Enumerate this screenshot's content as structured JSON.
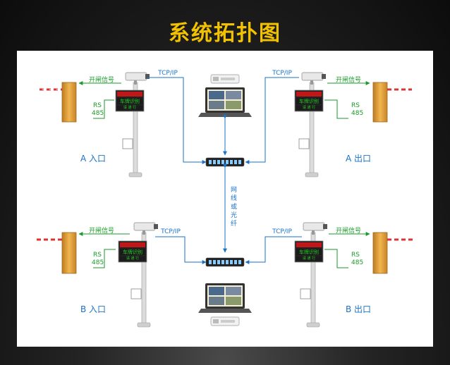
{
  "page": {
    "title": "系统拓扑图"
  },
  "labels": {
    "open_signal": "开闸信号",
    "rs": "RS",
    "rs_num": "485",
    "tcpip": "TCP/IP",
    "network": "网\n线\n或\n光\n纤"
  },
  "entries": {
    "a_in": "A 入口",
    "a_out": "A 出口",
    "b_in": "B 入口",
    "b_out": "B 出口"
  },
  "display": {
    "line1": "车牌识别",
    "line2": "请 通 行"
  },
  "colors": {
    "title": "#f2c200",
    "line": "#1a73c9",
    "signal": "#1a9a2a",
    "barrier": "#e8a23a"
  }
}
